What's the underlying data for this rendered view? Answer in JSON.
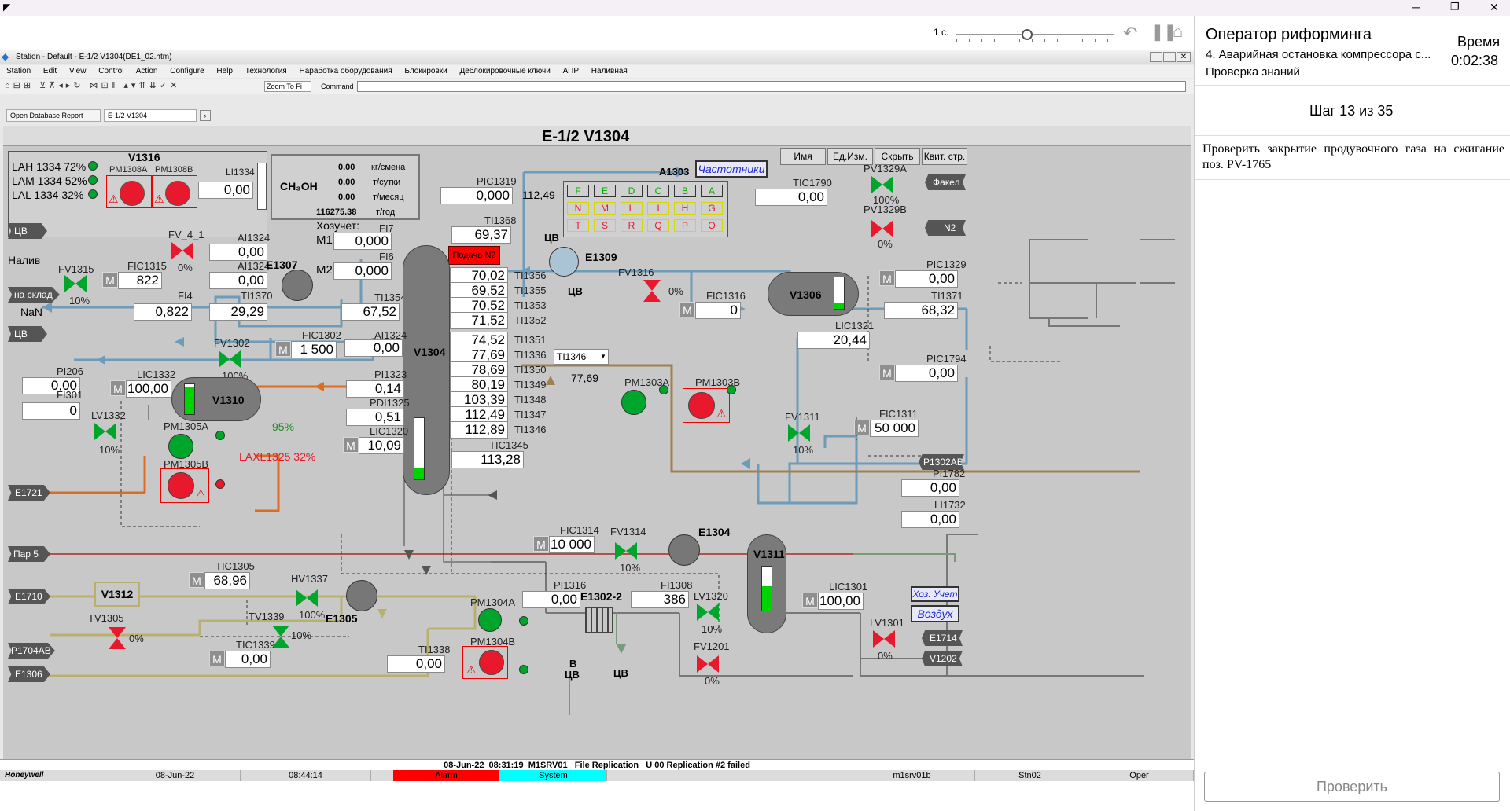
{
  "player": {
    "speed": "1 с."
  },
  "station": {
    "title": "Station - Default - E-1/2 V1304(DE1_02.htm)",
    "menu": [
      "Station",
      "Edit",
      "View",
      "Control",
      "Action",
      "Configure",
      "Help",
      "Технология",
      "Наработка оборудования",
      "Блокировки",
      "Деблокировочные ключи",
      "АПР",
      "Наливная"
    ],
    "zoom": "Zoom To Fi",
    "command_label": "Command",
    "tabs": [
      "Open Database Report",
      "E-1/2 V1304"
    ]
  },
  "display": {
    "title": "E-1/2 V1304",
    "buttons": [
      "Имя",
      "Ед.Изм.",
      "Скрыть",
      "Квит. стр."
    ],
    "alarms": {
      "lah": "LAH 1334 72%",
      "lam": "LAM 1334 52%",
      "lal": "LAL 1334 32%"
    },
    "v1316": "V1316",
    "pm1308a": "PM1308A",
    "pm1308b": "PM1308B",
    "li1334": "LI1334",
    "li1334_val": "0,00",
    "ch3oh": "CH₃OH",
    "rates": [
      {
        "v": "0.00",
        "u": "кг/смена"
      },
      {
        "v": "0.00",
        "u": "т/сутки"
      },
      {
        "v": "0.00",
        "u": "т/месяц"
      },
      {
        "v": "116275.38",
        "u": "т/год"
      }
    ],
    "a1303": "A1303",
    "freq": "Частотники",
    "grid_row1": [
      "F",
      "E",
      "D",
      "C",
      "B",
      "A"
    ],
    "grid_row2": [
      "N",
      "M",
      "L",
      "I",
      "H",
      "G"
    ],
    "grid_row3": [
      "T",
      "S",
      "R",
      "Q",
      "P",
      "O"
    ],
    "cv": "ЦВ",
    "naliv": "Налив",
    "na_sklad": "на склад",
    "nan": "NaN",
    "cv2": "ЦВ",
    "fv41": "FV_4_1",
    "fv41_pct": "0%",
    "ai1324a": "AI1324",
    "ai1324a_val": "0,00",
    "ai1324b": "AI1324",
    "ai1324b_val": "0,00",
    "fv1315": "FV1315",
    "fv1315_pct": "10%",
    "fic1315": "FIC1315",
    "fic1315_val": "822",
    "fi4": "FI4",
    "fi4_val": "0,822",
    "ti1370": "TI1370",
    "ti1370_val": "29,29",
    "e1307": "E1307",
    "hoz": "Хозучет:",
    "fi7": "FI7",
    "m1": "M1",
    "m1_val": "0,000",
    "fi6": "FI6",
    "m2": "M2",
    "m2_val": "0,000",
    "ti1354": "TI1354",
    "ti1354_val": "67,52",
    "pic1319": "PIC1319",
    "pic1319_val": "0,000",
    "pic1319_sp": "112,49",
    "ti1368": "TI1368",
    "ti1368_val": "69,37",
    "podacha": "Подача N2",
    "e1309": "E1309",
    "cv3": "ЦВ",
    "cv4": "ЦВ",
    "temps": [
      {
        "v": "70,02",
        "t": "TI1356"
      },
      {
        "v": "69,52",
        "t": "TI1355"
      },
      {
        "v": "70,52",
        "t": "TI1353"
      },
      {
        "v": "71,52",
        "t": "TI1352"
      },
      {
        "v": "74,52",
        "t": "TI1351"
      },
      {
        "v": "77,69",
        "t": "TI1336"
      },
      {
        "v": "78,69",
        "t": "TI1350"
      },
      {
        "v": "80,19",
        "t": "TI1349"
      },
      {
        "v": "103,39",
        "t": "TI1348"
      },
      {
        "v": "112,49",
        "t": "TI1347"
      },
      {
        "v": "112,89",
        "t": "TI1346"
      }
    ],
    "v1304": "V1304",
    "v1304_level": 0.18,
    "fic1302": "FIC1302",
    "fic1302_val": "1 500",
    "ai1324c": "AI1324",
    "ai1324c_val": "0,00",
    "fv1302": "FV1302",
    "fv1302_pct": "100%",
    "pi1323": "PI1323",
    "pi1323_val": "0,14",
    "pdi1325": "PDI1325",
    "pdi1325_val": "0,51",
    "lic1320": "LIC1320",
    "lic1320_val": "10,09",
    "tic1345": "TIC1345",
    "tic1345_val": "113,28",
    "ti1346_sel": "TI1346",
    "ti1346_sel_val": "77,69",
    "pi206": "PI206",
    "pi206_val": "0,00",
    "fi301": "FI301",
    "fi301_val": "0",
    "lic1332": "LIC1332",
    "lic1332_val": "100,00",
    "v1310": "V1310",
    "v1310_level": 0.9,
    "lv1332": "LV1332",
    "lv1332_pct": "10%",
    "pct95": "95%",
    "laxl": "LAXL1325 32%",
    "pm1305a": "PM1305A",
    "pm1305b": "PM1305B",
    "e1721": "E1721",
    "par5": "Пар 5",
    "e1710": "E1710",
    "p1704ab": "P1704AB",
    "e1306": "E1306",
    "tic1305": "TIC1305",
    "tic1305_val": "68,96",
    "v1312": "V1312",
    "hv1337": "HV1337",
    "hv1337_pct": "100%",
    "e1305": "E1305",
    "tv1305": "TV1305",
    "tv1305_pct": "0%",
    "tv1339": "TV1339",
    "tv1339_pct": "10%",
    "tic1339": "TIC1339",
    "tic1339_val": "0,00",
    "ti1338": "TI1338",
    "ti1338_val": "0,00",
    "pm1304a": "PM1304A",
    "pm1304b": "PM1304B",
    "pi1316": "PI1316",
    "pi1316_val": "0,00",
    "e1302": "E1302-2",
    "fi1308": "FI1308",
    "fi1308_val": "386",
    "v_label": "В",
    "cv5": "ЦВ",
    "cv6": "ЦВ",
    "fic1314": "FIC1314",
    "fic1314_val": "10 000",
    "fv1314": "FV1314",
    "fv1314_pct": "10%",
    "e1304": "E1304",
    "lv1320": "LV1320",
    "lv1320_pct": "10%",
    "fv1201": "FV1201",
    "fv1201_pct": "0%",
    "tic1790": "TIC1790",
    "tic1790_val": "0,00",
    "pv1329a": "PV1329A",
    "pv1329a_pct": "100%",
    "pv1329b": "PV1329B",
    "pv1329b_pct": "0%",
    "fakel": "Факел",
    "n2": "N2",
    "pic1329": "PIC1329",
    "pic1329_val": "0,00",
    "v1306": "V1306",
    "v1306_level": 0.2,
    "ti1371": "TI1371",
    "ti1371_val": "68,32",
    "lic1321": "LIC1321",
    "lic1321_val": "20,44",
    "pic1794": "PIC1794",
    "pic1794_val": "0,00",
    "fv1316": "FV1316",
    "fv1316_pct": "0%",
    "fic1316": "FIC1316",
    "fic1316_val": "0",
    "pm1303a": "PM1303A",
    "pm1303b": "PM1303B",
    "fv1311": "FV1311",
    "fv1311_pct": "10%",
    "fic1311": "FIC1311",
    "fic1311_val": "50 000",
    "p1302ab": "P1302AB",
    "pi1782": "PI1782",
    "pi1782_val": "0,00",
    "li1732": "LI1732",
    "li1732_val": "0,00",
    "v1311": "V1311",
    "v1311_level": 0.55,
    "lic1301": "LIC1301",
    "lic1301_val": "100,00",
    "lv1301": "LV1301",
    "lv1301_pct": "0%",
    "e1714": "E1714",
    "v1202": "V1202",
    "hoz_uchet": "Хоз. Учет",
    "vozduh": "Воздух",
    "m": "M"
  },
  "status": {
    "message": "08-Jun-22  08:31:19  M1SRV01   File Replication   U 00 Replication #2 failed",
    "brand": "Honeywell",
    "date": "08-Jun-22",
    "time": "08:44:14",
    "alarm": "Alarm",
    "system": "System",
    "server": "m1srv01b",
    "station": "Stn02",
    "user": "Oper"
  },
  "panel": {
    "title": "Оператор риформинга",
    "subtitle": "4. Аварийная остановка компрессора с...",
    "mode": "Проверка знаний",
    "time_label": "Время",
    "time": "0:02:38",
    "step": "Шаг 13 из 35",
    "instruction": "Проверить закрытие продувочного газа на сжигание поз. PV-1765",
    "check": "Проверить"
  },
  "colors": {
    "bg": "#c8c8c8",
    "vessel": "#7a7a7a",
    "pump_on": "#00a52c",
    "pump_off": "#e8192c",
    "blue_pipe": "#6d9bb9",
    "orange_pipe": "#de6b20",
    "khaki_pipe": "#b9b06f",
    "brown_pipe": "#a08050"
  }
}
